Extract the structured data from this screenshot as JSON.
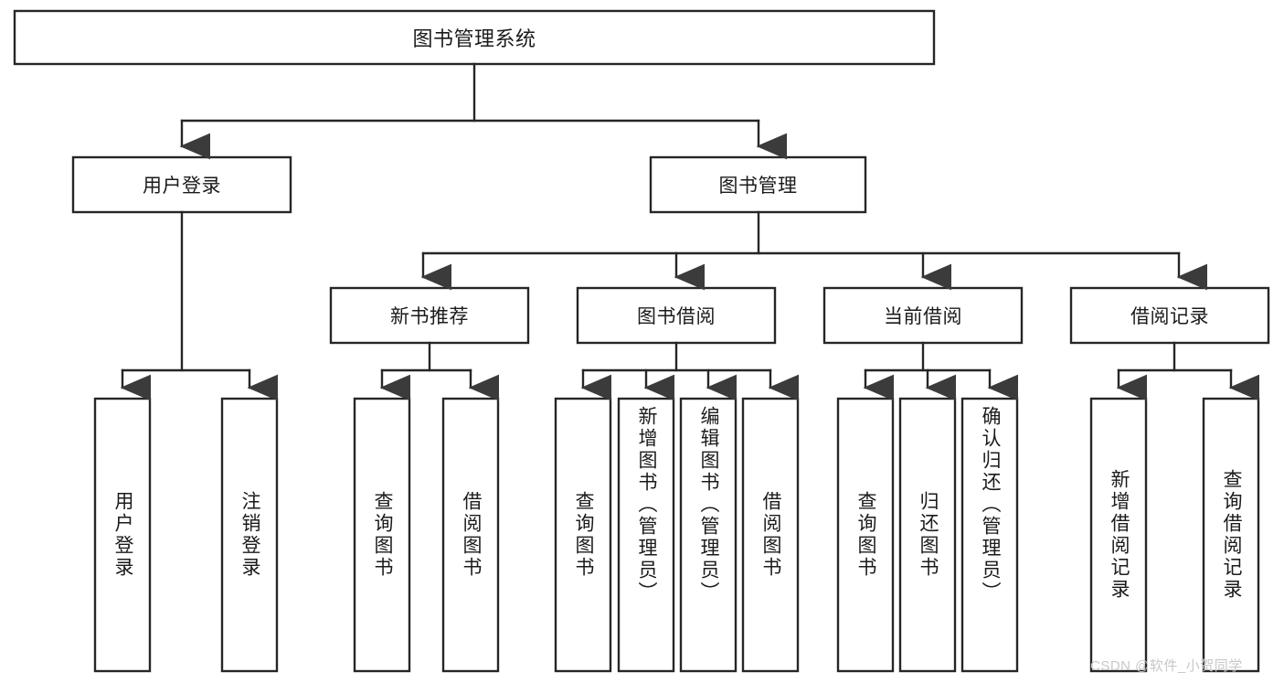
{
  "diagram": {
    "type": "hierarchy-tree",
    "title": "图书管理系统",
    "watermark": "CSDN @软件_小贺同学",
    "colors": {
      "box_fill": "#ffffff",
      "box_stroke": "#262626",
      "text": "#1b1b1b",
      "background": "#ffffff",
      "watermark": "#c8c8c8"
    },
    "levels": {
      "root": {
        "label": "图书管理系统"
      },
      "level2": [
        {
          "id": "user-login",
          "label": "用户登录"
        },
        {
          "id": "book-management",
          "label": "图书管理"
        }
      ],
      "level3": [
        {
          "id": "new-book-recommend",
          "label": "新书推荐",
          "parent": "book-management"
        },
        {
          "id": "book-borrow",
          "label": "图书借阅",
          "parent": "book-management"
        },
        {
          "id": "current-borrow",
          "label": "当前借阅",
          "parent": "book-management"
        },
        {
          "id": "borrow-record",
          "label": "借阅记录",
          "parent": "book-management"
        }
      ],
      "level4": [
        {
          "id": "leaf-user-login",
          "label": "用户登录",
          "parent": "user-login"
        },
        {
          "id": "leaf-logout-login",
          "label": "注销登录",
          "parent": "user-login"
        },
        {
          "id": "leaf-query-book-1",
          "label": "查询图书",
          "parent": "new-book-recommend"
        },
        {
          "id": "leaf-borrow-book-1",
          "label": "借阅图书",
          "parent": "new-book-recommend"
        },
        {
          "id": "leaf-query-book-2",
          "label": "查询图书",
          "parent": "book-borrow"
        },
        {
          "id": "leaf-add-book",
          "label": "新增图书（管理员）",
          "parent": "book-borrow"
        },
        {
          "id": "leaf-edit-book",
          "label": "编辑图书（管理员）",
          "parent": "book-borrow"
        },
        {
          "id": "leaf-borrow-book-2",
          "label": "借阅图书",
          "parent": "book-borrow"
        },
        {
          "id": "leaf-query-book-3",
          "label": "查询图书",
          "parent": "current-borrow"
        },
        {
          "id": "leaf-return-book",
          "label": "归还图书",
          "parent": "current-borrow"
        },
        {
          "id": "leaf-confirm-return",
          "label": "确认归还（管理员）",
          "parent": "current-borrow"
        },
        {
          "id": "leaf-add-record",
          "label": "新增借阅记录",
          "parent": "borrow-record"
        },
        {
          "id": "leaf-query-record",
          "label": "查询借阅记录",
          "parent": "borrow-record"
        }
      ]
    }
  }
}
